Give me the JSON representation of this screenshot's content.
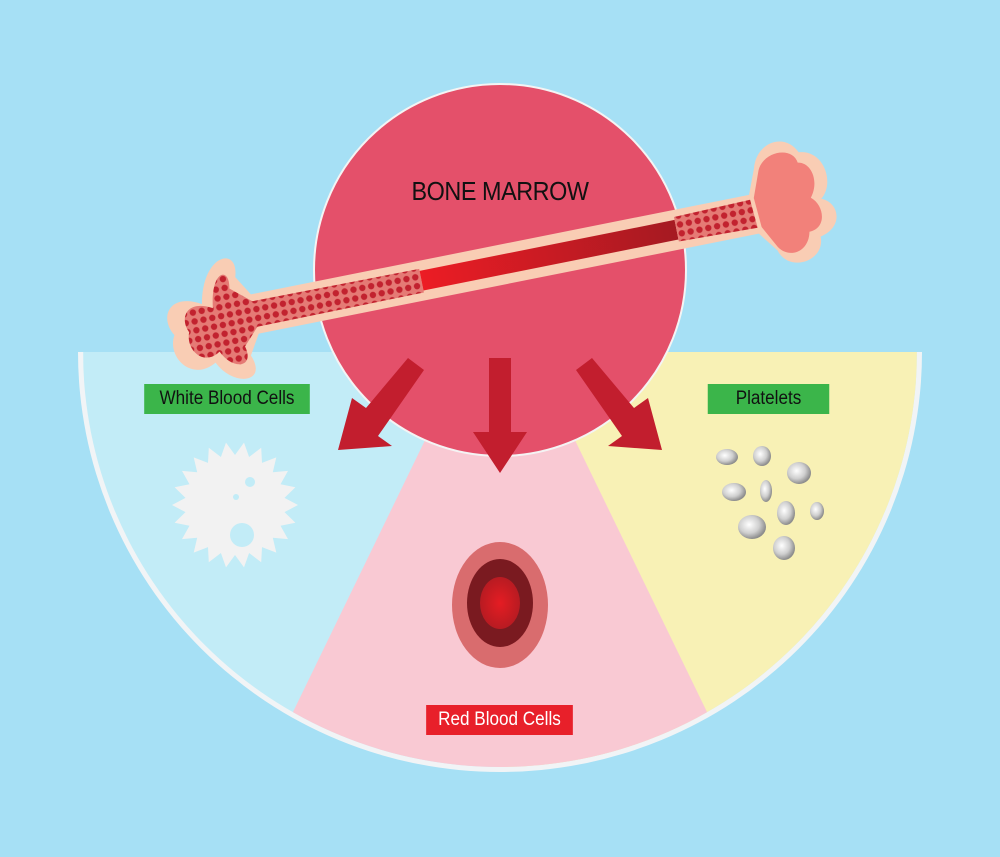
{
  "title": "BONE MARROW",
  "labels": {
    "white": "White Blood Cells",
    "platelets": "Platelets",
    "red": "Red Blood Cells"
  },
  "colors": {
    "background": "#a6e0f5",
    "marrow_circle": "#e4506a",
    "arrow": "#c21e2e",
    "label_green": "#3bb54a",
    "label_red": "#e8202a",
    "wbc_sector": "#c2ecf7",
    "rbc_sector": "#f9c9d3",
    "platelet_sector": "#f8f1b5"
  }
}
